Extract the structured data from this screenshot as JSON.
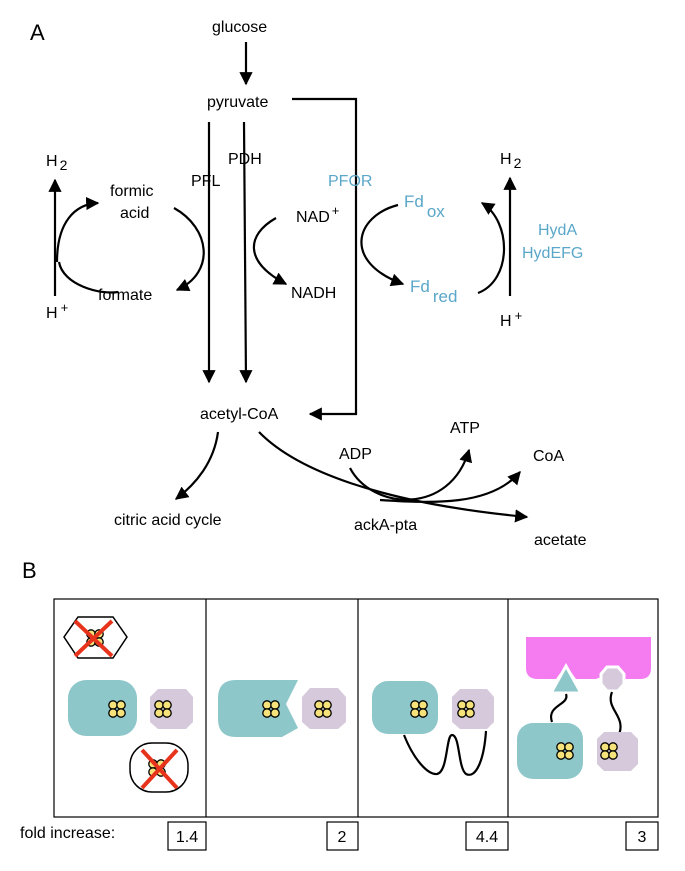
{
  "panels": {
    "a": "A",
    "b": "B"
  },
  "pathway": {
    "glucose": "glucose",
    "pyruvate": "pyruvate",
    "pfl": "PFL",
    "pdh": "PDH",
    "pfor": "PFOR",
    "formic_acid_line1": "formic",
    "formic_acid_line2": "acid",
    "formate": "formate",
    "h2_left": "H",
    "h2_left_sub": "2",
    "hplus_left": "H",
    "hplus_left_sup": "+",
    "nad": "NAD",
    "nad_sup": "+",
    "nadh": "NADH",
    "fd_ox": "Fd",
    "fd_ox_sub": "ox",
    "fd_red": "Fd",
    "fd_red_sub": "red",
    "h2_right": "H",
    "h2_right_sub": "2",
    "hplus_right": "H",
    "hplus_right_sup": "+",
    "hyda": "HydA",
    "hydefg": "HydEFG",
    "acetyl_coa": "acetyl-CoA",
    "citric_acid_cycle": "citric acid cycle",
    "adp": "ADP",
    "atp": "ATP",
    "coa": "CoA",
    "ackA_pta": "ackA-pta",
    "acetate": "acetate"
  },
  "fold_increase": {
    "label": "fold increase:",
    "values": [
      "1.4",
      "2",
      "4.4",
      "3"
    ]
  },
  "colors": {
    "enzyme_blue": "#5aa7c9",
    "teal_protein": "#8ec7ca",
    "lavender_protein": "#d6c9db",
    "scaffold_pink": "#f47cf0",
    "cluster_yellow": "#f6e27a",
    "cross_red": "#e8331c"
  }
}
